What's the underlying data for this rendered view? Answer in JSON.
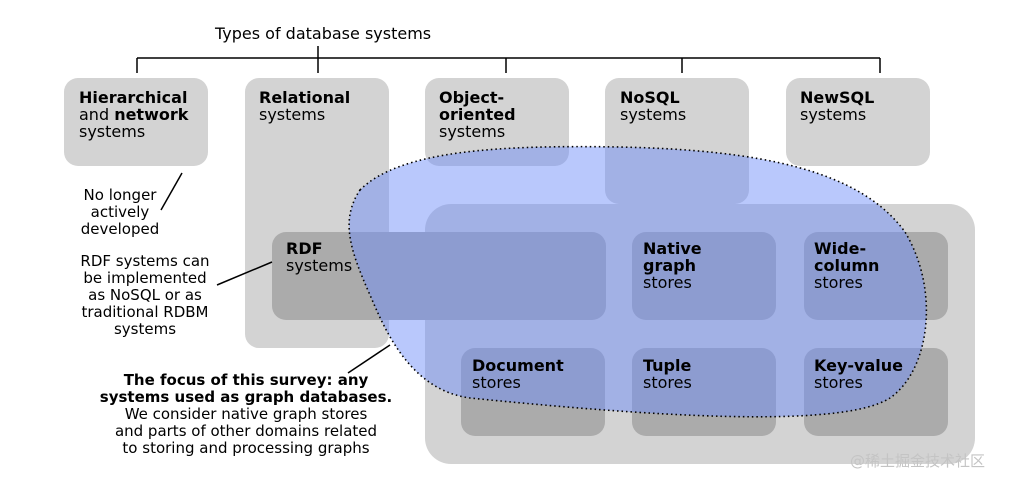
{
  "title": "Types of database systems",
  "categories": {
    "hierarchical": {
      "bold1": "Hierarchical",
      "pre2": "and ",
      "bold2": "network",
      "line3": "systems"
    },
    "relational": {
      "bold": "Relational",
      "line2": "systems"
    },
    "object": {
      "bold1": "Object-",
      "bold2": "oriented",
      "line3": "systems"
    },
    "nosql": {
      "bold": "NoSQL",
      "line2": "systems"
    },
    "newsql": {
      "bold": "NewSQL",
      "line2": "systems"
    }
  },
  "stores": {
    "rdf": {
      "bold": "RDF",
      "line2": "systems"
    },
    "native": {
      "bold1": "Native",
      "bold2": "graph",
      "line3": "stores"
    },
    "widecolumn": {
      "bold1": "Wide-",
      "bold2": "column",
      "line3": "stores"
    },
    "document": {
      "bold": "Document",
      "line2": "stores"
    },
    "tuple": {
      "bold": "Tuple",
      "line2": "stores"
    },
    "keyvalue": {
      "bold": "Key-value",
      "line2": "stores"
    }
  },
  "notes": {
    "no_longer": [
      "No longer",
      "actively",
      "developed"
    ],
    "rdf_note": [
      "RDF systems can",
      "be implemented",
      "as NoSQL or as",
      "traditional RDBM",
      "systems"
    ],
    "focus_bold": [
      "The focus of this survey: any",
      "systems used as graph databases."
    ],
    "focus_text": [
      "We consider native graph stores",
      "and parts of other domains related",
      "to storing and processing graphs"
    ]
  },
  "watermark": "@稀土掘金技术社区",
  "colors": {
    "box_light": "#d3d3d3",
    "box_dark": "#ababab",
    "focus_blue": "#6d8cf8"
  }
}
